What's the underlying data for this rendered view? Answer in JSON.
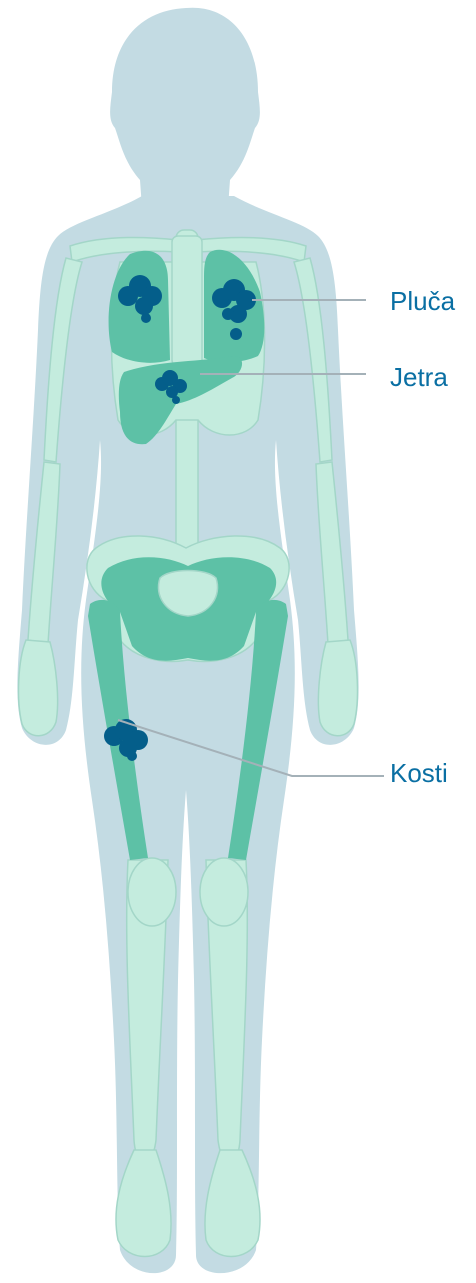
{
  "diagram": {
    "labels": [
      {
        "id": "pluca",
        "text": "Pluča"
      },
      {
        "id": "jetra",
        "text": "Jetra"
      },
      {
        "id": "kosti",
        "text": "Kosti"
      }
    ]
  },
  "colors": {
    "silhouette": "#c3dbe3",
    "skeleton": "#c4ecde",
    "skeleton_outline": "#a3d6c8",
    "organ": "#5dc1a6",
    "tumor": "#045e8a",
    "leader_line": "#a4b1b8",
    "label_text": "#0a6fa3",
    "background": "#ffffff"
  }
}
